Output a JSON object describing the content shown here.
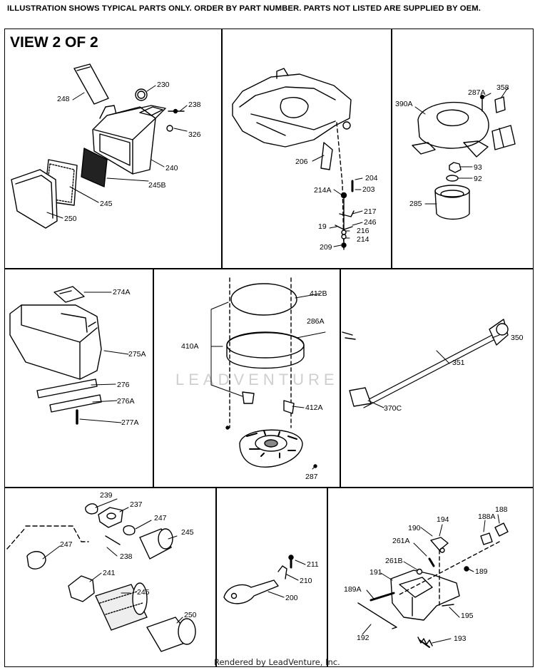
{
  "header": "ILLUSTRATION SHOWS TYPICAL PARTS ONLY. ORDER BY PART NUMBER. PARTS NOT LISTED ARE SUPPLIED BY OEM.",
  "view_title": "VIEW 2 OF 2",
  "watermark": "LEADVENTURE",
  "footer": "Rendered by LeadVenture, Inc.",
  "labels": {
    "p1": {
      "l248": "248",
      "l230": "230",
      "l238": "238",
      "l326": "326",
      "l240": "240",
      "l245b": "245B",
      "l245": "245",
      "l250": "250"
    },
    "p2": {
      "l206": "206",
      "l204": "204",
      "l203": "203",
      "l214a": "214A",
      "l217": "217",
      "l246": "246",
      "l19": "19",
      "l216": "216",
      "l214": "214",
      "l209": "209"
    },
    "p3": {
      "l287a": "287A",
      "l358": "358",
      "l390a": "390A",
      "l93": "93",
      "l92": "92",
      "l285": "285"
    },
    "p4": {
      "l274a": "274A",
      "l275a": "275A",
      "l276": "276",
      "l276a": "276A",
      "l277a": "277A"
    },
    "p5": {
      "l412b": "412B",
      "l286a": "286A",
      "l410a": "410A",
      "l412a": "412A",
      "l287": "287"
    },
    "p6": {
      "l350": "350",
      "l351": "351",
      "l370c": "370C"
    },
    "p7": {
      "l239": "239",
      "l237": "237",
      "l247a": "247",
      "l245": "245",
      "l247b": "247",
      "l238": "238",
      "l241": "241",
      "l245b": "245",
      "l250": "250"
    },
    "p8": {
      "l211": "211",
      "l210": "210",
      "l200": "200"
    },
    "p9": {
      "l194": "194",
      "l188a": "188A",
      "l188": "188",
      "l190": "190",
      "l261a": "261A",
      "l261b": "261B",
      "l189": "189",
      "l191": "191",
      "l189a": "189A",
      "l195": "195",
      "l192": "192",
      "l193": "193"
    }
  }
}
